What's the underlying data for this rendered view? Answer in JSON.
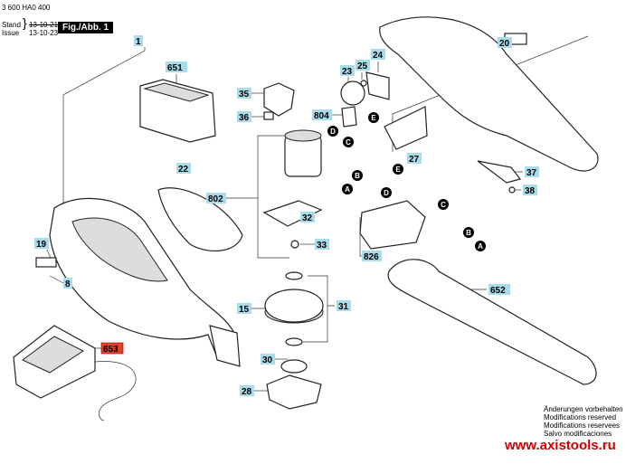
{
  "header": {
    "part_number": "3 600 HA0 400",
    "stand_label": "Stand",
    "issue_label": "Issue",
    "stand_date": "13-10-21",
    "issue_date": "13-10-23",
    "figure": "Fig./Abb. 1"
  },
  "label_color": "#a9dcea",
  "highlight_color": "#e0442a",
  "labels": {
    "l1": "1",
    "l651": "651",
    "l35": "35",
    "l36": "36",
    "l22": "22",
    "l802": "802",
    "l32": "32",
    "l33": "33",
    "l19": "19",
    "l8": "8",
    "l15": "15",
    "l31": "31",
    "l30": "30",
    "l28": "28",
    "l653": "653",
    "l23": "23",
    "l25": "25",
    "l24": "24",
    "l804": "804",
    "l20": "20",
    "l27": "27",
    "l37": "37",
    "l38": "38",
    "l826": "826",
    "l652": "652"
  },
  "connectors": {
    "a": "A",
    "b": "B",
    "c": "C",
    "d": "D",
    "e": "E"
  },
  "notes": [
    "Änderungen vorbehalten",
    "Modifications reserved",
    "Modifications reservees",
    "Salvo modificaciones"
  ],
  "url": "www.axistools.ru"
}
